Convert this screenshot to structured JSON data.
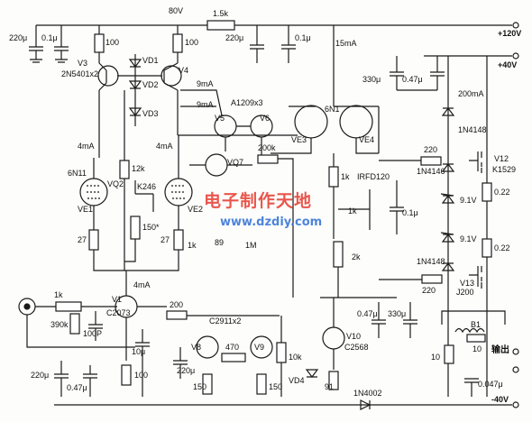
{
  "rails": {
    "top_voltage": "80V",
    "top_resistor": "1.5k",
    "plus120": "+120V",
    "plus40": "+40V",
    "minus40": "-40V",
    "output": "输出"
  },
  "left_section": {
    "c_top_220": "220μ",
    "c_top_01": "0.1μ",
    "r_100_left": "100",
    "r_100_right": "100",
    "v3_label": "V3",
    "v3_part": "2N5401x2",
    "v4_label": "V4",
    "vd1": "VD1",
    "vd2": "VD2",
    "vd3": "VD3",
    "current_4ma_left": "4mA",
    "current_4ma_right": "4mA",
    "r_12k": "12k",
    "k246": "K246",
    "tube_left_name": "6N11",
    "vq2": "VQ2",
    "ve1": "VE1",
    "ve2": "VE2",
    "r_27_left": "27",
    "r_27_right": "27",
    "r_150": "150*",
    "current_4ma_bottom": "4mA"
  },
  "middle_section": {
    "c_mid_220": "220μ",
    "c_mid_01": "0.1μ",
    "current_9ma_a": "9mA",
    "current_9ma_b": "9mA",
    "a1209": "A1209x3",
    "v5": "V5",
    "v6": "V6",
    "vq7": "VQ7",
    "r_200k": "200k",
    "current_15ma": "15mA",
    "tube_mid_name": "6N1",
    "ve3": "VE3",
    "ve4": "VE4",
    "r_1k_a": "1k",
    "r_1k_b": "1k",
    "r_1k_c": "1k",
    "r_89": "89",
    "r_1m": "1M",
    "r_2k": "2k",
    "irfd": "IRFD120",
    "c_01_small": "0.1μ",
    "zener_91": "91"
  },
  "right_section": {
    "c_330": "330μ",
    "c_047": "0.47μ",
    "current_200ma": "200mA",
    "d_1n4148_a": "1N4148",
    "d_1n4148_b": "1N4146",
    "d_1n4148_c": "1N4148",
    "r_220_a": "220",
    "r_220_b": "220",
    "v12": "V12",
    "k1529": "K1529",
    "r_022_a": "0.22",
    "r_022_b": "0.22",
    "z_91_a": "9.1V",
    "z_91_b": "9.1V",
    "v13": "V13",
    "j200": "J200"
  },
  "bottom_section": {
    "r_input_1k": "1k",
    "r_390k": "390k",
    "c_100p": "100P",
    "v1": "V1",
    "c2073": "C2073",
    "r_200": "200",
    "c_10u": "10μ",
    "r_100_bot": "100",
    "c2911": "C2911x2",
    "v8": "V8",
    "v9": "V9",
    "r_470": "470",
    "c_220_bot": "220μ",
    "r_150_a": "150",
    "r_150_b": "150",
    "r_10k": "10k",
    "vd4": "VD4",
    "v10": "V10",
    "c2568": "C2568",
    "d_1n4002": "1N4002",
    "c_047_bot": "0.47μ",
    "c_330_bot": "330μ",
    "l_b1": "B1",
    "r_10_a": "10",
    "r_10_b": "10",
    "c_0047": "0.047μ",
    "c_220_left": "220μ",
    "c_047_left": "0.47μ"
  },
  "watermark": {
    "cn": "电子制作天地",
    "url": "www.dzdiy.com"
  }
}
